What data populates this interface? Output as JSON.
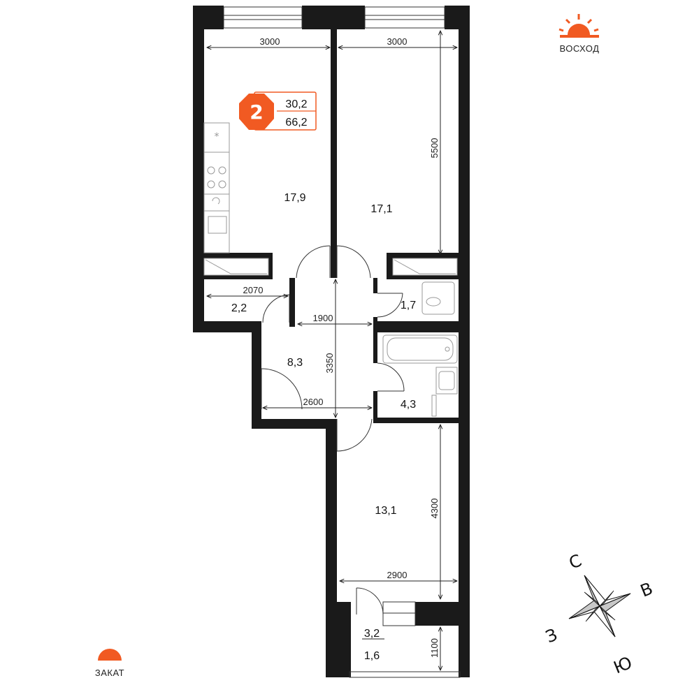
{
  "plan": {
    "rooms_count": "2",
    "living_area": "30,2",
    "total_area": "66,2",
    "rooms": {
      "kitchen": "17,9",
      "bedroom_1": "17,1",
      "storage": "2,2",
      "wc": "1,7",
      "hall": "8,3",
      "bathroom": "4,3",
      "bedroom_2": "13,1",
      "balcony_area": "3,2",
      "balcony_area_reduced": "1,6"
    },
    "dimensions": {
      "kitchen_width": "3000",
      "bedroom_1_width": "3000",
      "bedroom_1_length": "5500",
      "storage_width": "2070",
      "corridor_width": "1900",
      "corridor_length": "3350",
      "hall_width": "2600",
      "bedroom_2_length": "4300",
      "bedroom_2_width": "2900",
      "balcony_length": "1100"
    }
  },
  "orientation": {
    "sunrise_label": "ВОСХОД",
    "sunset_label": "ЗАКАТ",
    "north": "С",
    "east": "В",
    "south": "Ю",
    "west": "З"
  },
  "colors": {
    "accent": "#f15a22",
    "wall": "#1a1a1a"
  }
}
